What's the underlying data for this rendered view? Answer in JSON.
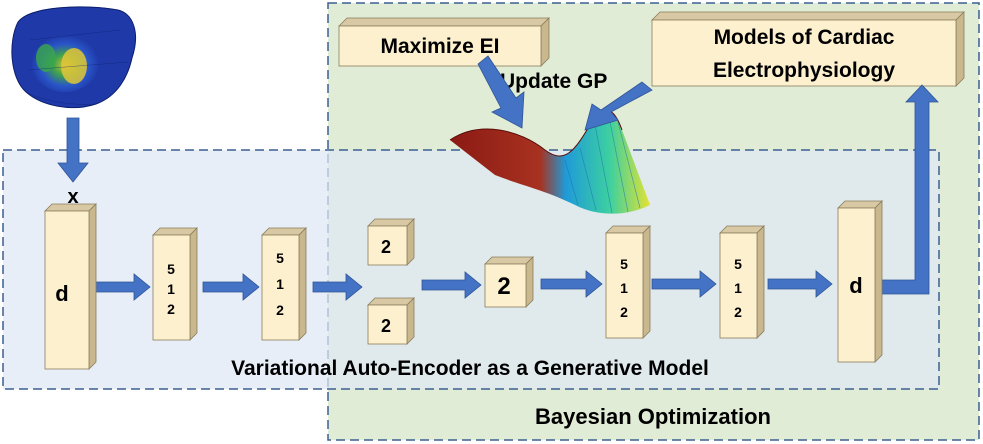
{
  "regions": {
    "vae_label": "Variational Auto-Encoder as a Generative Model",
    "bo_label": "Bayesian Optimization"
  },
  "boxes": {
    "maximize_ei": "Maximize EI",
    "models_line1": "Models of Cardiac",
    "models_line2": "Electrophysiology"
  },
  "annotations": {
    "update_gp": "Update GP",
    "input_x": "x"
  },
  "layers": {
    "input": "d",
    "enc1": [
      "5",
      "1",
      "2"
    ],
    "enc2": [
      "5",
      "1",
      "2"
    ],
    "mu": "2",
    "sigma": "2",
    "latent": "2",
    "dec1": [
      "5",
      "1",
      "2"
    ],
    "dec2": [
      "5",
      "1",
      "2"
    ],
    "output": "d"
  },
  "colors": {
    "layer_front": "#fdf0cf",
    "layer_side": "#d8c9a4",
    "arrow": "#4472c4",
    "vae_region": "#dfe7f4",
    "bo_region": "#e1ecd6",
    "region_border": "#3b5f91"
  },
  "icons": {
    "heart_mesh": "heart-mesh-icon",
    "gp_surface": "gp-surface-icon"
  }
}
